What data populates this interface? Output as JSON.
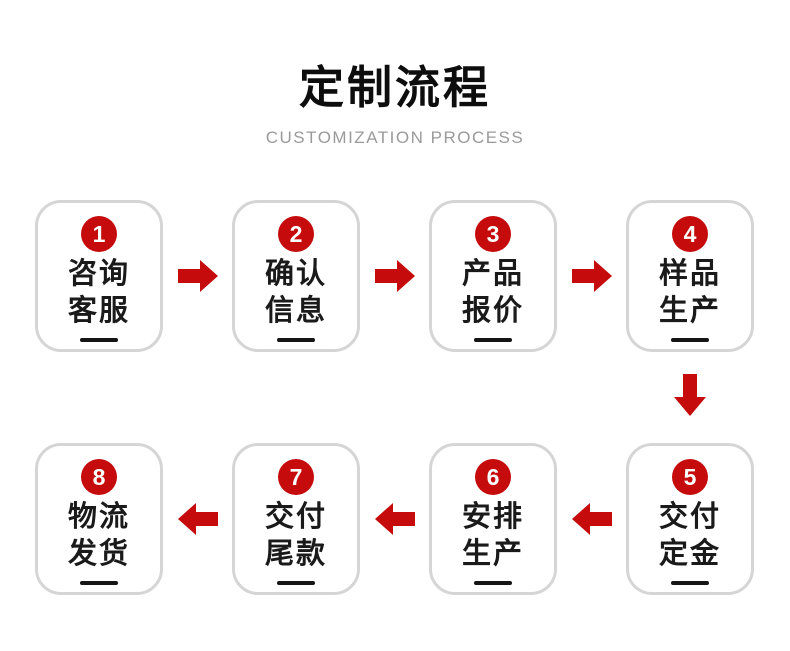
{
  "header": {
    "title": "定制流程",
    "subtitle": "CUSTOMIZATION PROCESS"
  },
  "colors": {
    "accent_red": "#c50b0b",
    "box_border": "#d5d5d5",
    "text_dark": "#1a1a1a",
    "subtitle_gray": "#9a9a9a"
  },
  "icons": {
    "between_top_row": "arrow-right-icon",
    "between_rows": "arrow-down-icon",
    "between_bottom_row": "arrow-left-icon"
  },
  "steps": [
    {
      "number": "1",
      "line1": "咨询",
      "line2": "客服"
    },
    {
      "number": "2",
      "line1": "确认",
      "line2": "信息"
    },
    {
      "number": "3",
      "line1": "产品",
      "line2": "报价"
    },
    {
      "number": "4",
      "line1": "样品",
      "line2": "生产"
    },
    {
      "number": "5",
      "line1": "交付",
      "line2": "定金"
    },
    {
      "number": "6",
      "line1": "安排",
      "line2": "生产"
    },
    {
      "number": "7",
      "line1": "交付",
      "line2": "尾款"
    },
    {
      "number": "8",
      "line1": "物流",
      "line2": "发货"
    }
  ],
  "flow": {
    "top_row_order": [
      "1",
      "2",
      "3",
      "4"
    ],
    "bottom_row_order": [
      "8",
      "7",
      "6",
      "5"
    ]
  }
}
